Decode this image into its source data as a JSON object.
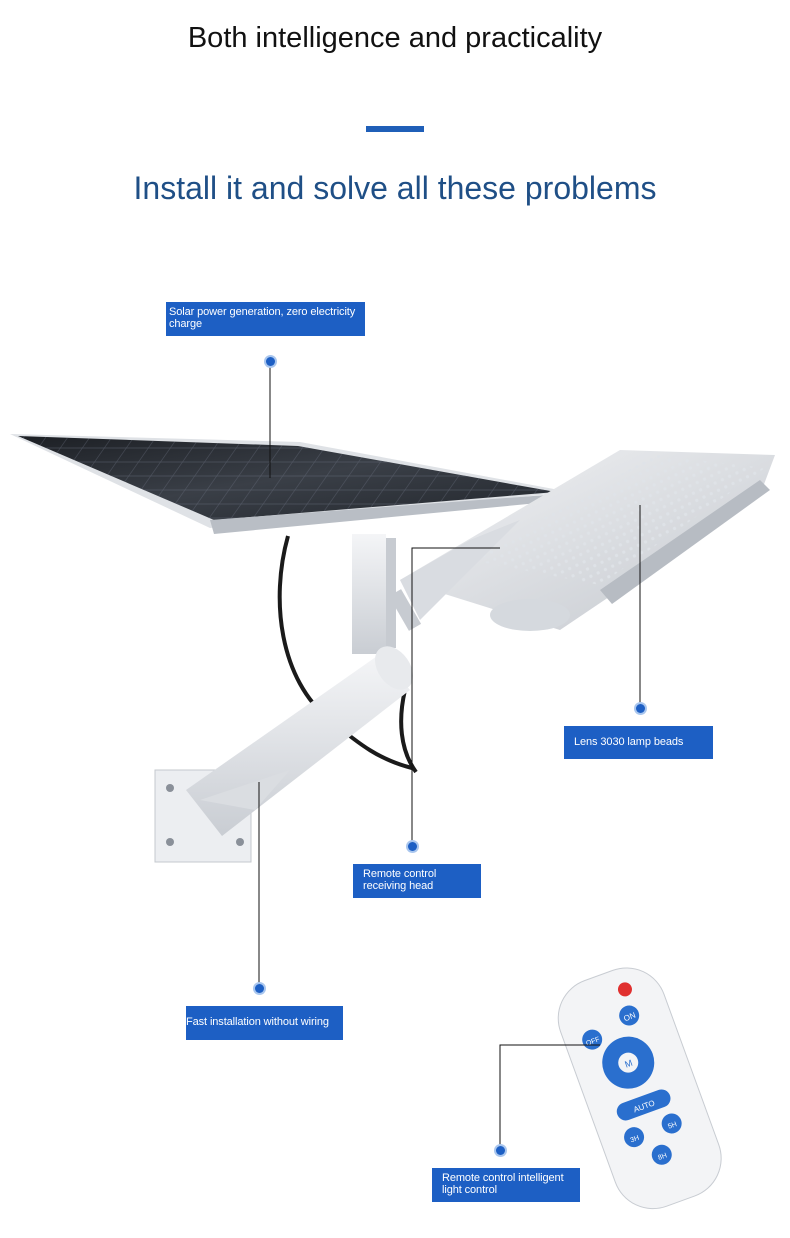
{
  "header": {
    "title": "Both intelligence and practicality",
    "subtitle": "Install it and solve all these problems"
  },
  "callouts": {
    "solar": "Solar power generation, zero electricity charge",
    "lens": "Lens 3030 lamp beads",
    "receiver": "Remote control receiving head",
    "installation": "Fast installation without wiring",
    "remote": "Remote control intelligent light control"
  },
  "remote_buttons": {
    "on": "ON",
    "off": "OFF",
    "mode": "M",
    "auto": "AUTO",
    "h3": "3H",
    "h5": "5H",
    "h8": "8H"
  },
  "colors": {
    "accent": "#1d5fc4",
    "subtitle": "#1f4f86"
  }
}
